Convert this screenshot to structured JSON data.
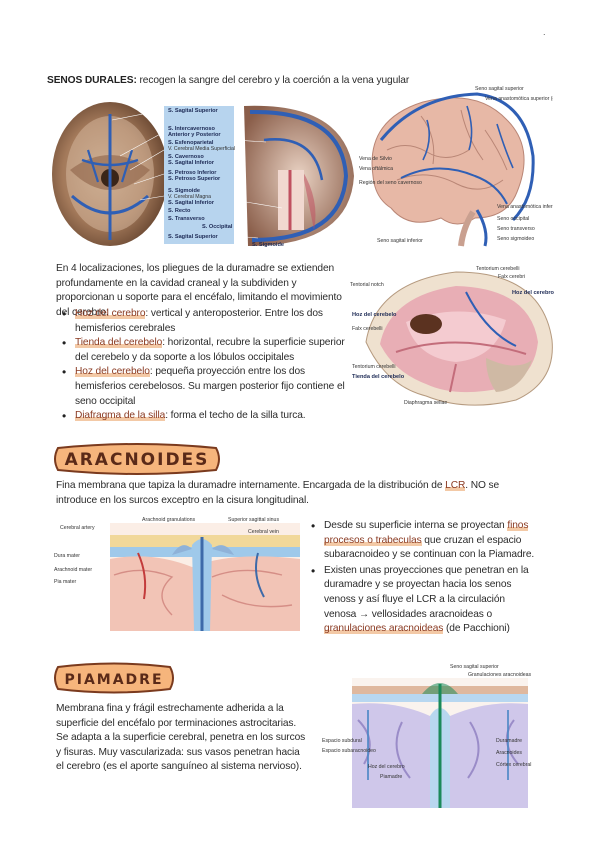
{
  "page": {
    "corner_mark": "."
  },
  "senos": {
    "title_bold": "SENOS DURALES:",
    "title_rest": " recogen la sangre del cerebro y la coerción a la vena yugular",
    "fig1_labels": [
      "S. Sagital Superior",
      "S. Intercavernoso",
      "Anterior y Posterior",
      "S. Esfenoparietal",
      "V. Cerebral Media Superficial",
      "S. Cavernoso",
      "S. Sagital Inferior",
      "S. Petroso Inferior",
      "S. Petroso Superior",
      "S. Sigmoide",
      "V. Cerebral Magna",
      "S. Sagital Inferior",
      "S. Recto",
      "S. Transverso",
      "S. Occipital",
      "S. Sagital Superior",
      "S. Sigmoide"
    ],
    "fig2_labels": [
      "Seno sagital superior",
      "Vena anastomótica superior (de Trolard)",
      "Vena de Silvio",
      "Vena oftálmica",
      "Región del seno cavernoso",
      "Vena anastomótica inferior (de Labbé)",
      "Seno occipital",
      "Seno transverso",
      "Seno sigmoideo",
      "Seno sagital inferior"
    ]
  },
  "pliegues": {
    "intro": "En 4 localizaciones, los pliegues de la duramadre  se extienden profundamente en la cavidad craneal y la subdividen y proporcionan u soporte para el encéfalo, limitando el movimiento del cerebro:",
    "items": [
      {
        "term": "Hoz del cerebro",
        "text": ": vertical y anteroposterior. Entre los dos hemisferios cerebrales"
      },
      {
        "term": "Tienda del cerebelo",
        "text": ":  horizontal, recubre la superficie superior del cerebelo y da soporte a los lóbulos occipitales"
      },
      {
        "term": "Hoz del cerebelo",
        "text": ": pequeña proyección entre los dos hemisferios cerebelosos. Su margen posterior fijo contiene el seno occipital"
      },
      {
        "term": "Diafragma de la silla",
        "text": ": forma el techo de la silla turca."
      }
    ],
    "fig_labels": [
      "Tentorium cerebelli",
      "Falx cerebri",
      "Hoz del cerebro",
      "Tentorial notch",
      "Hoz del cerebelo",
      "Falx cerebelli",
      "Tentorium cerebelli",
      "Tienda del cerebelo",
      "Diaphragma sellae"
    ]
  },
  "aracnoides": {
    "banner": "ARACNOIDES",
    "desc_a": "Fina membrana que tapiza la duramadre internamente. Encargada de la distribución de ",
    "desc_lcr": "LCR",
    "desc_b": ". NO se introduce en los surcos exceptro en la cisura longitudinal.",
    "fig_labels": [
      "Arachnoid granulations",
      "Superior sagittal sinus",
      "Cerebral artery",
      "Cerebral vein",
      "Dura mater",
      "Arachnoid mater",
      "Pia mater"
    ],
    "b1_a": "Desde su superficie interna se proyectan ",
    "b1_hl": "finos procesos o trabeculas",
    "b1_b": " que cruzan el espacio subaracnoideo y se continuan con la Piamadre.",
    "b2_a": "Existen unas proyecciones que penetran en la duramadre y se proyectan hacia los senos venoss y así fluye el LCR a la circulación venosa → vellosidades aracnoideas o ",
    "b2_hl": "granulaciones aracnoideas",
    "b2_b": " (de Pacchioni)"
  },
  "piamadre": {
    "banner": "PIAMADRE",
    "desc": "Membrana fina y frágil estrechamente adherida a la superficie del encéfalo por terminaciones astrocitarias. Se adapta a la superficie cerebral, penetra en los surcos y fisuras. Muy vascularizada: sus vasos penetran hacia el cerebro (es el aporte sanguíneo al sistema nervioso).",
    "fig_labels": [
      "Seno sagital superior",
      "Granulaciones aracnoideas",
      "Espacio subdural",
      "Espacio subaracnoideo",
      "Duramadre",
      "Aracnoides",
      "Córtex cerebral",
      "Hoz del cerebro",
      "Piamadre"
    ]
  },
  "colors": {
    "text": "#2b2b2b",
    "highlight_text": "#8a3a22",
    "highlight_bg": "#f3c9a6",
    "banner_fill": "#f6b57c",
    "banner_stroke": "#7a3a1e",
    "sinus_blue": "#2f5fb5",
    "label_bg": "#b7d4ee"
  }
}
